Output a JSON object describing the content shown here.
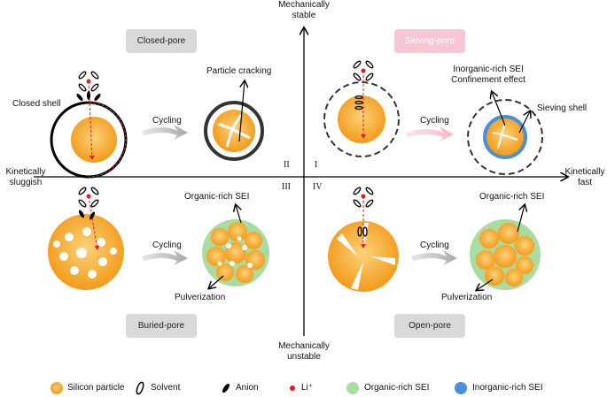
{
  "axes": {
    "top": [
      "Mechanically",
      "stable"
    ],
    "bottom": [
      "Mechanically",
      "unstable"
    ],
    "left": [
      "Kinetically",
      "sluggish"
    ],
    "right": [
      "Kinetically",
      "fast"
    ]
  },
  "quadrants": {
    "I": "I",
    "II": "II",
    "III": "III",
    "IV": "IV"
  },
  "badges": {
    "closed_pore": "Closed-pore",
    "sieving_pore": "Sieving-pore",
    "buried_pore": "Buried-pore",
    "open_pore": "Open-pore"
  },
  "annotations": {
    "closed_shell": "Closed shell",
    "particle_cracking": "Particle cracking",
    "inorganic_sei": "Inorganic-rich SEI",
    "confinement": "Confinement effect",
    "sieving_shell": "Sieving shell",
    "organic_sei_left": "Organic-rich SEI",
    "organic_sei_right": "Organic-rich SEI",
    "pulverization_left": "Pulverization",
    "pulverization_right": "Pulverization",
    "cycling": "Cycling"
  },
  "legend": {
    "silicon": "Silicon particle",
    "solvent": "Solvent",
    "anion": "Anion",
    "li": "Li⁺",
    "organic": "Organic-rich SEI",
    "inorganic": "Inorganic-rich SEI"
  },
  "colors": {
    "silicon": "#f5a623",
    "organic_sei": "#a8dca0",
    "inorganic_sei": "#4a90d9",
    "li": "#e02020",
    "arrow_gray": "#b0b0b0",
    "arrow_pink": "#f7c0cc"
  }
}
